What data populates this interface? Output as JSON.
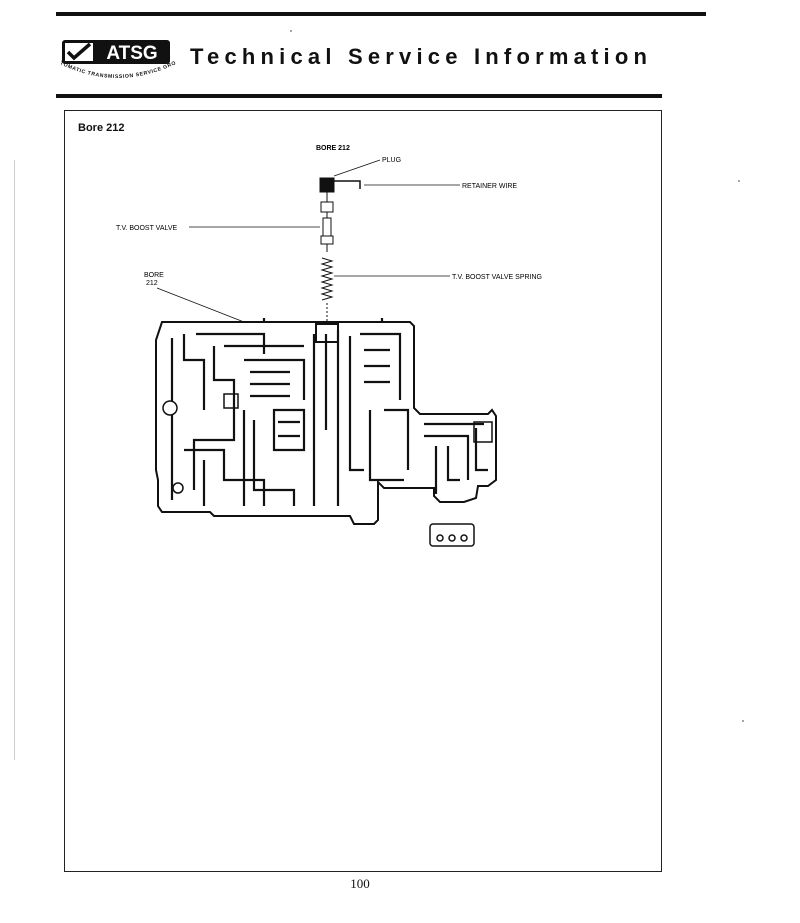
{
  "header": {
    "logo_text": "ATSG",
    "logo_subtext": "AUTOMATIC TRANSMISSION SERVICE GROUP",
    "title": "Technical Service Information"
  },
  "section": {
    "title": "Bore 212"
  },
  "diagram": {
    "heading": "BORE 212",
    "labels": {
      "plug": "PLUG",
      "retainer_wire": "RETAINER WIRE",
      "tv_boost_valve": "T.V. BOOST VALVE",
      "tv_boost_valve_spring": "T.V. BOOST VALVE SPRING",
      "bore_line1": "BORE",
      "bore_line2": "212"
    }
  },
  "footer": {
    "page_number": "100"
  }
}
